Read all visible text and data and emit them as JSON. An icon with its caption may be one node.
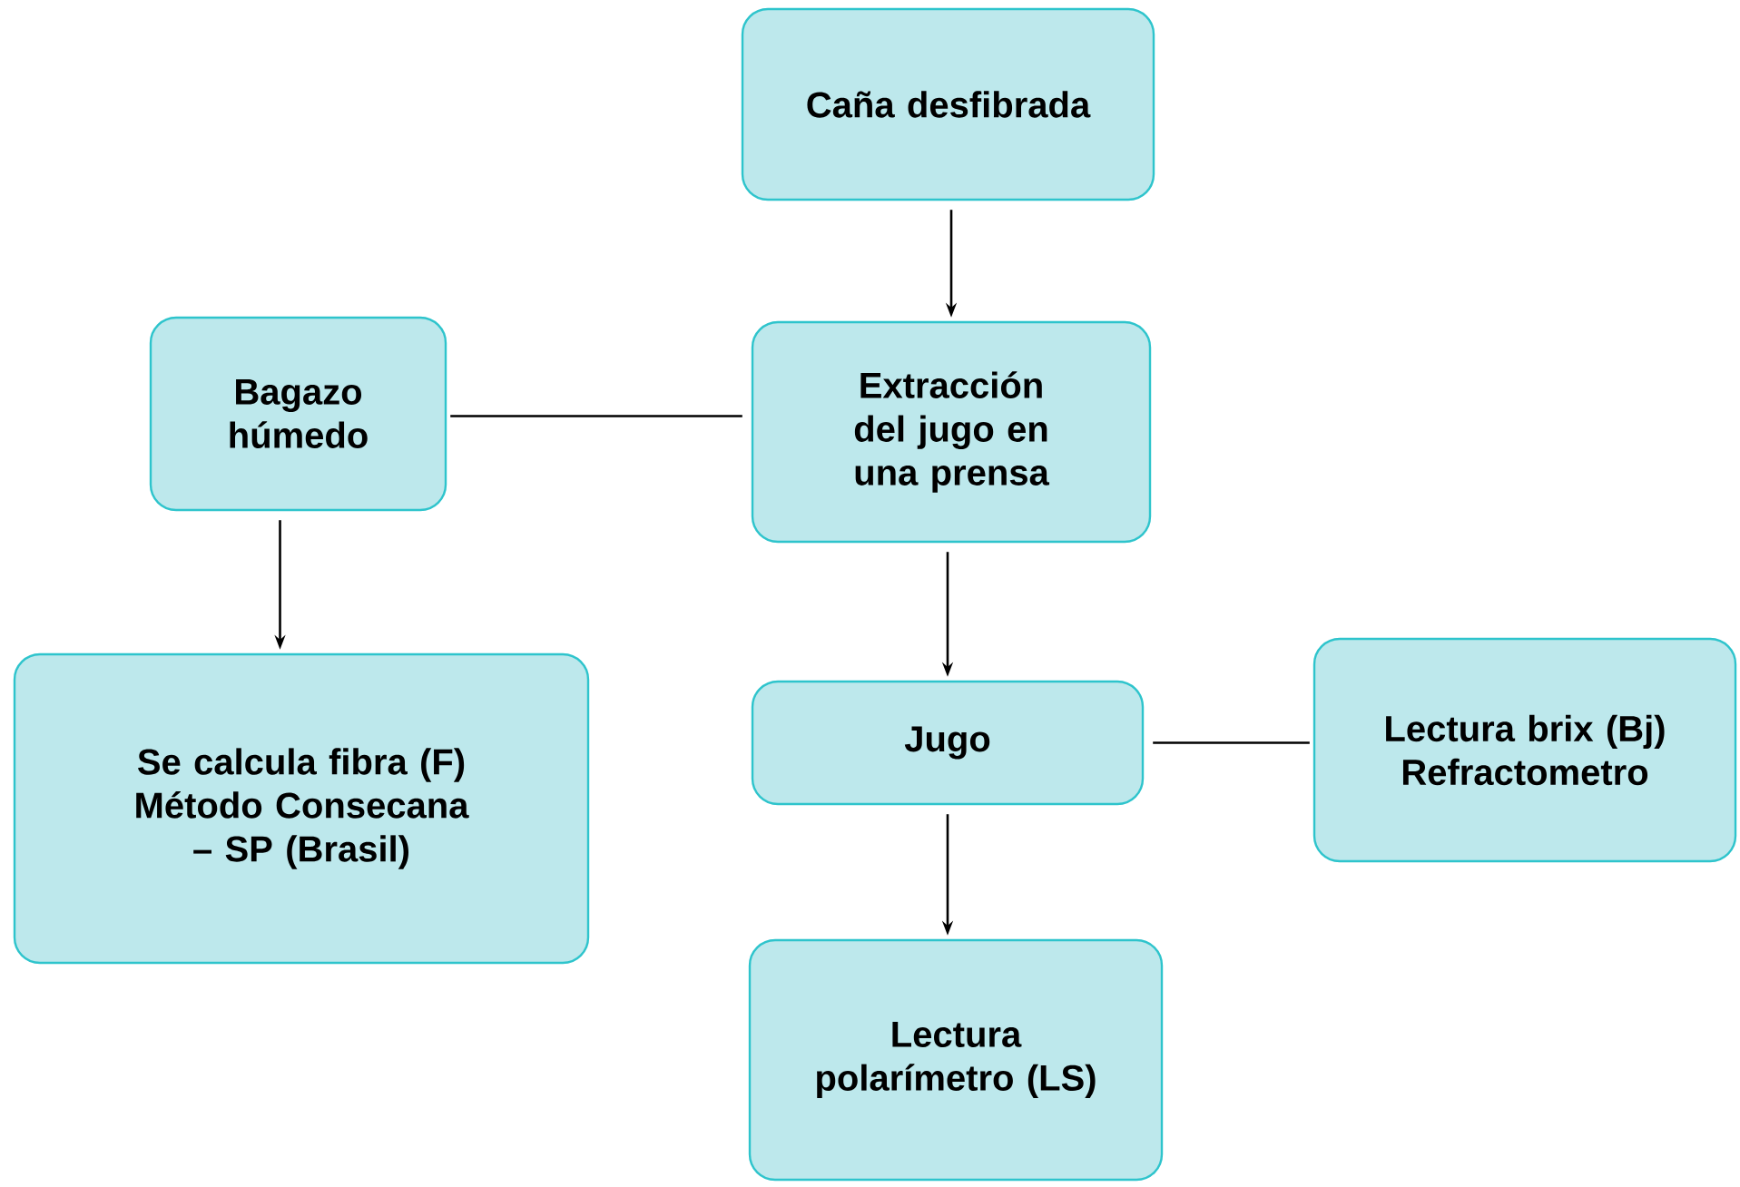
{
  "diagram": {
    "nodes": [
      {
        "text": [
          "Caña desfibrada"
        ]
      },
      {
        "text": [
          "Extracción del jugo en una prensa"
        ]
      },
      {
        "text": [
          "Bagazo húmedo"
        ]
      },
      {
        "text": [
          "Se calcula fibra (F) Método Consecana – SP (Brasil)"
        ]
      },
      {
        "text": [
          "Jugo"
        ]
      },
      {
        "text": [
          "Lectura brix (Bj) Refractometro"
        ]
      },
      {
        "text": [
          "Lectura polarímetro (LS)"
        ]
      }
    ],
    "edges": [
      {
        "from": 0,
        "to": 1,
        "arrow": "to"
      },
      {
        "from": 1,
        "to": 2,
        "arrow": "none"
      },
      {
        "from": 2,
        "to": 3,
        "arrow": "to"
      },
      {
        "from": 1,
        "to": 4,
        "arrow": "to"
      },
      {
        "from": 4,
        "to": 5,
        "arrow": "none"
      },
      {
        "from": 4,
        "to": 6,
        "arrow": "to"
      }
    ]
  }
}
